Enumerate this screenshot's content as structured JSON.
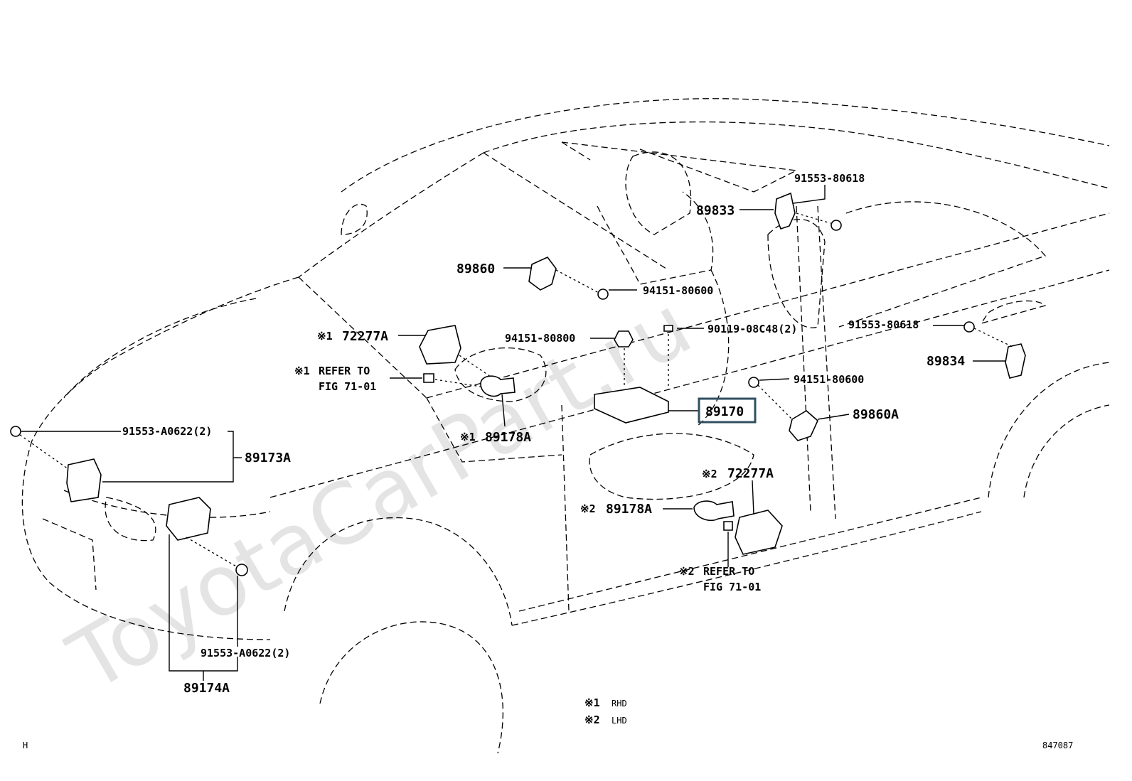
{
  "watermark": "ToyotaCarPart.ru",
  "labels": {
    "p91553_80618_top": "91553-80618",
    "p89833": "89833",
    "p89860": "89860",
    "p94151_80600_a": "94151-80600",
    "p72277A_1": "72277A",
    "p94151_80800": "94151-80800",
    "p90119_08C48": "90119-08C48(2)",
    "p91553_80618_right": "91553-80618",
    "p89834": "89834",
    "p94151_80600_b": "94151-80600",
    "refer1_line1": "REFER TO",
    "refer1_line2": "FIG 71-01",
    "p89170": "89170",
    "p89860A": "89860A",
    "p91553_A0622_top": "91553-A0622(2)",
    "p89173A": "89173A",
    "p89178A_1": "89178A",
    "p72277A_2": "72277A",
    "p89178A_2": "89178A",
    "refer2_line1": "REFER TO",
    "refer2_line2": "FIG 71-01",
    "p91553_A0622_bottom": "91553-A0622(2)",
    "p89174A": "89174A"
  },
  "marks": {
    "m1": "※1",
    "m2": "※2"
  },
  "legend": {
    "rhd_mark": "※1",
    "rhd": "RHD",
    "lhd_mark": "※2",
    "lhd": "LHD"
  },
  "footer": {
    "left_code": "H",
    "figure_number": "847087"
  },
  "highlight_color": "#2f4f5f"
}
